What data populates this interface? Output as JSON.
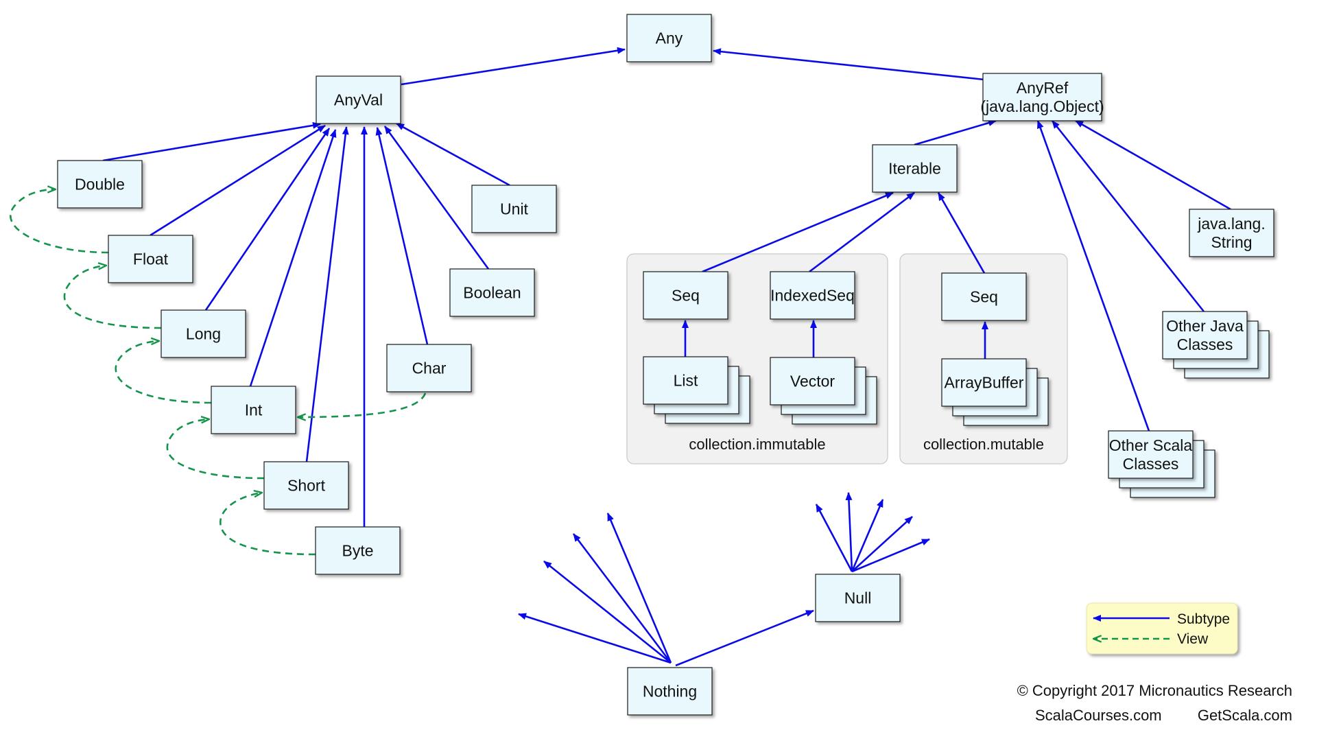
{
  "colors": {
    "subtype": "#0a0ae8",
    "view": "#14944a",
    "node_fill": "#e9f8fd",
    "package_fill": "#f1f1f1",
    "legend_fill": "#fdfbc6"
  },
  "nodes": [
    {
      "id": "any",
      "lines": [
        "Any"
      ]
    },
    {
      "id": "anyval",
      "lines": [
        "AnyVal"
      ]
    },
    {
      "id": "anyref",
      "lines": [
        "AnyRef",
        "(java.lang.Object)"
      ]
    },
    {
      "id": "double",
      "lines": [
        "Double"
      ]
    },
    {
      "id": "float",
      "lines": [
        "Float"
      ]
    },
    {
      "id": "long",
      "lines": [
        "Long"
      ]
    },
    {
      "id": "int",
      "lines": [
        "Int"
      ]
    },
    {
      "id": "short",
      "lines": [
        "Short"
      ]
    },
    {
      "id": "byte",
      "lines": [
        "Byte"
      ]
    },
    {
      "id": "unit",
      "lines": [
        "Unit"
      ]
    },
    {
      "id": "boolean",
      "lines": [
        "Boolean"
      ]
    },
    {
      "id": "char",
      "lines": [
        "Char"
      ]
    },
    {
      "id": "iterable",
      "lines": [
        "Iterable"
      ]
    },
    {
      "id": "seq-immutable",
      "lines": [
        "Seq"
      ]
    },
    {
      "id": "indexedseq",
      "lines": [
        "IndexedSeq"
      ]
    },
    {
      "id": "seq-mutable",
      "lines": [
        "Seq"
      ]
    },
    {
      "id": "list",
      "lines": [
        "List"
      ]
    },
    {
      "id": "vector",
      "lines": [
        "Vector"
      ]
    },
    {
      "id": "arraybuffer",
      "lines": [
        "ArrayBuffer"
      ]
    },
    {
      "id": "java-lang-string",
      "lines": [
        "java.lang.",
        "String"
      ]
    },
    {
      "id": "other-java-classes",
      "lines": [
        "Other Java",
        "Classes"
      ]
    },
    {
      "id": "other-scala-classes",
      "lines": [
        "Other Scala",
        "Classes"
      ]
    },
    {
      "id": "null",
      "lines": [
        "Null"
      ]
    },
    {
      "id": "nothing",
      "lines": [
        "Nothing"
      ]
    }
  ],
  "packages": [
    {
      "id": "collection-immutable",
      "label": "collection.immutable"
    },
    {
      "id": "collection-mutable",
      "label": "collection.mutable"
    }
  ],
  "subtype_edges": [
    [
      "anyval",
      "any"
    ],
    [
      "anyref",
      "any"
    ],
    [
      "double",
      "anyval"
    ],
    [
      "float",
      "anyval"
    ],
    [
      "long",
      "anyval"
    ],
    [
      "int",
      "anyval"
    ],
    [
      "short",
      "anyval"
    ],
    [
      "byte",
      "anyval"
    ],
    [
      "char",
      "anyval"
    ],
    [
      "boolean",
      "anyval"
    ],
    [
      "unit",
      "anyval"
    ],
    [
      "iterable",
      "anyref"
    ],
    [
      "java-lang-string",
      "anyref"
    ],
    [
      "other-java-classes",
      "anyref"
    ],
    [
      "other-scala-classes",
      "anyref"
    ],
    [
      "seq-immutable",
      "iterable"
    ],
    [
      "indexedseq",
      "iterable"
    ],
    [
      "seq-mutable",
      "iterable"
    ],
    [
      "list",
      "seq-immutable"
    ],
    [
      "vector",
      "indexedseq"
    ],
    [
      "arraybuffer",
      "seq-mutable"
    ],
    [
      "nothing",
      "null"
    ]
  ],
  "view_edges": [
    [
      "float",
      "double"
    ],
    [
      "long",
      "float"
    ],
    [
      "int",
      "long"
    ],
    [
      "short",
      "int"
    ],
    [
      "byte",
      "short"
    ],
    [
      "char",
      "int"
    ]
  ],
  "legend": {
    "subtype_label": "Subtype",
    "view_label": "View"
  },
  "footer": {
    "copyright": "© Copyright 2017 Micronautics Research",
    "site_left": "ScalaCourses.com",
    "site_right": "GetScala.com"
  }
}
